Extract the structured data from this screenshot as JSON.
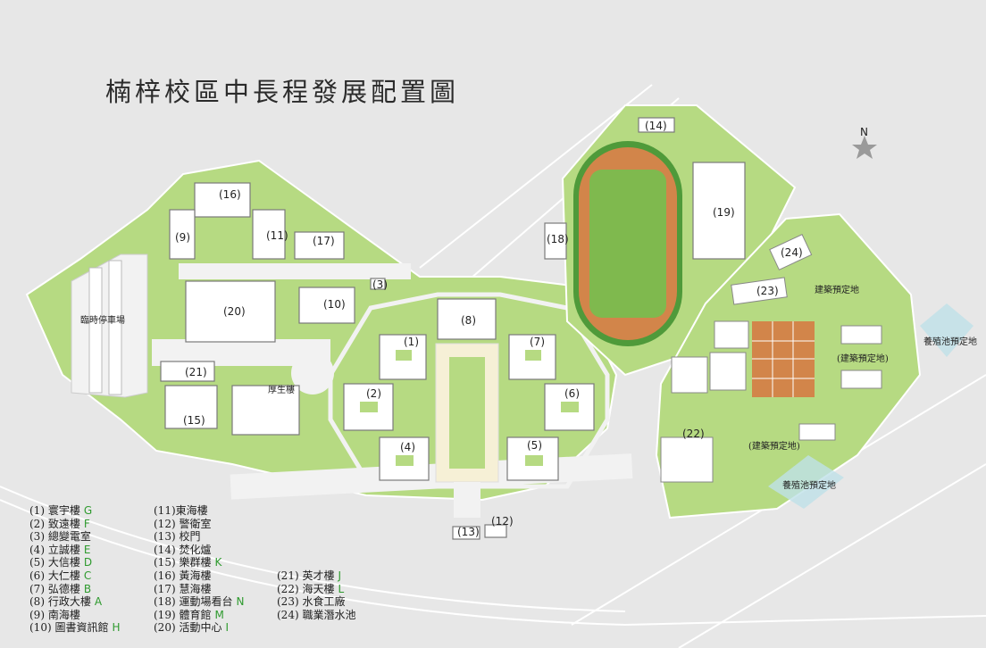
{
  "title": "楠梓校區中長程發展配置圖",
  "north": "N",
  "buildings": {
    "b1": "(1)",
    "b2": "(2)",
    "b3": "(3)",
    "b4": "(4)",
    "b5": "(5)",
    "b6": "(6)",
    "b7": "(7)",
    "b8": "(8)",
    "b9": "(9)",
    "b10": "(10)",
    "b11": "(11)",
    "b12": "(12)",
    "b13": "(13)",
    "b14": "(14)",
    "b15": "(15)",
    "b16": "(16)",
    "b17": "(17)",
    "b18": "(18)",
    "b19": "(19)",
    "b20": "(20)",
    "b21": "(21)",
    "b22": "(22)",
    "b23": "(23)",
    "b24": "(24)"
  },
  "areas": {
    "parking": "臨時停車場",
    "welfare": "厚生樓",
    "reserved": "建築預定地",
    "reserved_paren": "(建築預定地)",
    "reserved_paren2": "(建築預定地)",
    "pond_east": "養殖池預定地",
    "pond_south": "養殖池預定地"
  },
  "legend": [
    {
      "label": "(1) 寰宇樓",
      "code": "G"
    },
    {
      "label": "(2) 致遠樓",
      "code": "F"
    },
    {
      "label": "(3) 總變電室",
      "code": ""
    },
    {
      "label": "(4) 立誠樓",
      "code": "E"
    },
    {
      "label": "(5) 大信樓",
      "code": "D"
    },
    {
      "label": "(6) 大仁樓",
      "code": "C"
    },
    {
      "label": "(7) 弘德樓",
      "code": "B"
    },
    {
      "label": "(8) 行政大樓",
      "code": "A"
    },
    {
      "label": "(9) 南海樓",
      "code": ""
    },
    {
      "label": "(10) 圖書資訊館",
      "code": "H"
    },
    {
      "label": "(11)東海樓",
      "code": ""
    },
    {
      "label": "(12) 警衛室",
      "code": ""
    },
    {
      "label": "(13) 校門",
      "code": ""
    },
    {
      "label": "(14) 焚化爐",
      "code": ""
    },
    {
      "label": "(15) 樂群樓",
      "code": "K"
    },
    {
      "label": "(16) 黃海樓",
      "code": ""
    },
    {
      "label": "(17) 慧海樓",
      "code": ""
    },
    {
      "label": "(18) 運動場看台",
      "code": "N"
    },
    {
      "label": "(19) 體育館",
      "code": "M"
    },
    {
      "label": "(20) 活動中心",
      "code": "I"
    },
    {
      "label": "(21) 英才樓",
      "code": "J"
    },
    {
      "label": "(22) 海天樓",
      "code": "L"
    },
    {
      "label": "(23) 水食工廠",
      "code": ""
    },
    {
      "label": "(24) 職業潛水池",
      "code": ""
    }
  ],
  "colors": {
    "background": "#e7e7e7",
    "lawn": "#b6da82",
    "lawn_dark": "#8fc25a",
    "building": "#ffffff",
    "track": "#d2854a",
    "field": "#7fb94e",
    "road": "#f2f2f2"
  }
}
